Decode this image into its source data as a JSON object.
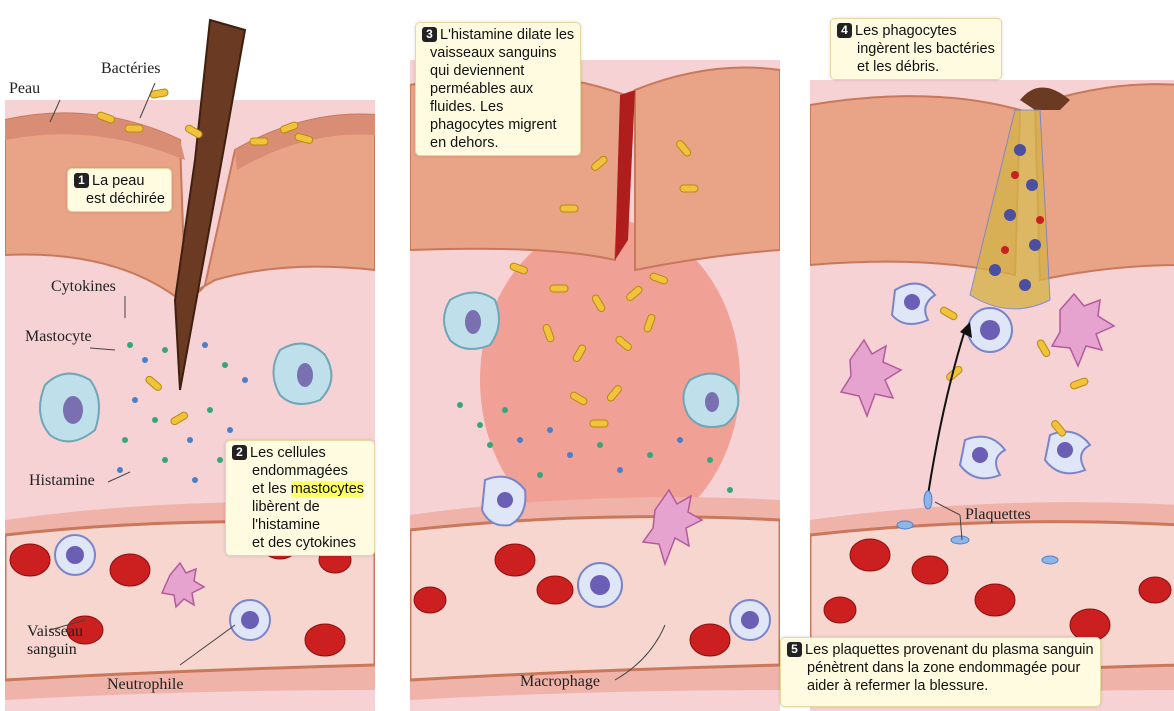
{
  "panel1": {
    "labels": {
      "peau": "Peau",
      "bacteries": "Bactéries",
      "cytokines": "Cytokines",
      "mastocyte": "Mastocyte",
      "histamine": "Histamine",
      "vaisseau_line1": "Vaisseau",
      "vaisseau_line2": "sanguin",
      "neutrophile": "Neutrophile"
    },
    "step1": {
      "number": "1",
      "line1": "La peau",
      "line2": "est déchirée"
    },
    "step2": {
      "number": "2",
      "line1": "Les cellules",
      "line2": "endommagées",
      "line3_prefix": "et les ",
      "line3_highlight": "mastocytes",
      "line4": "libèrent de l'histamine",
      "line5": "et des cytokines"
    }
  },
  "panel2": {
    "labels": {
      "macrophage": "Macrophage"
    },
    "step3": {
      "number": "3",
      "line1": "L'histamine dilate les",
      "line2": "vaisseaux sanguins",
      "line3": "qui deviennent",
      "line4": "perméables aux",
      "line5": "fluides. Les",
      "line6": "phagocytes migrent",
      "line7": "en dehors."
    }
  },
  "panel3": {
    "labels": {
      "plaquettes": "Plaquettes"
    },
    "step4": {
      "number": "4",
      "line1": "Les phagocytes",
      "line2": "ingèrent les bactéries",
      "line3": "et les débris."
    },
    "step5": {
      "number": "5",
      "line1": "Les plaquettes provenant du plasma sanguin",
      "line2": "pénètrent dans la zone endommagée pour",
      "line3": "aider à refermer la blessure."
    }
  }
}
